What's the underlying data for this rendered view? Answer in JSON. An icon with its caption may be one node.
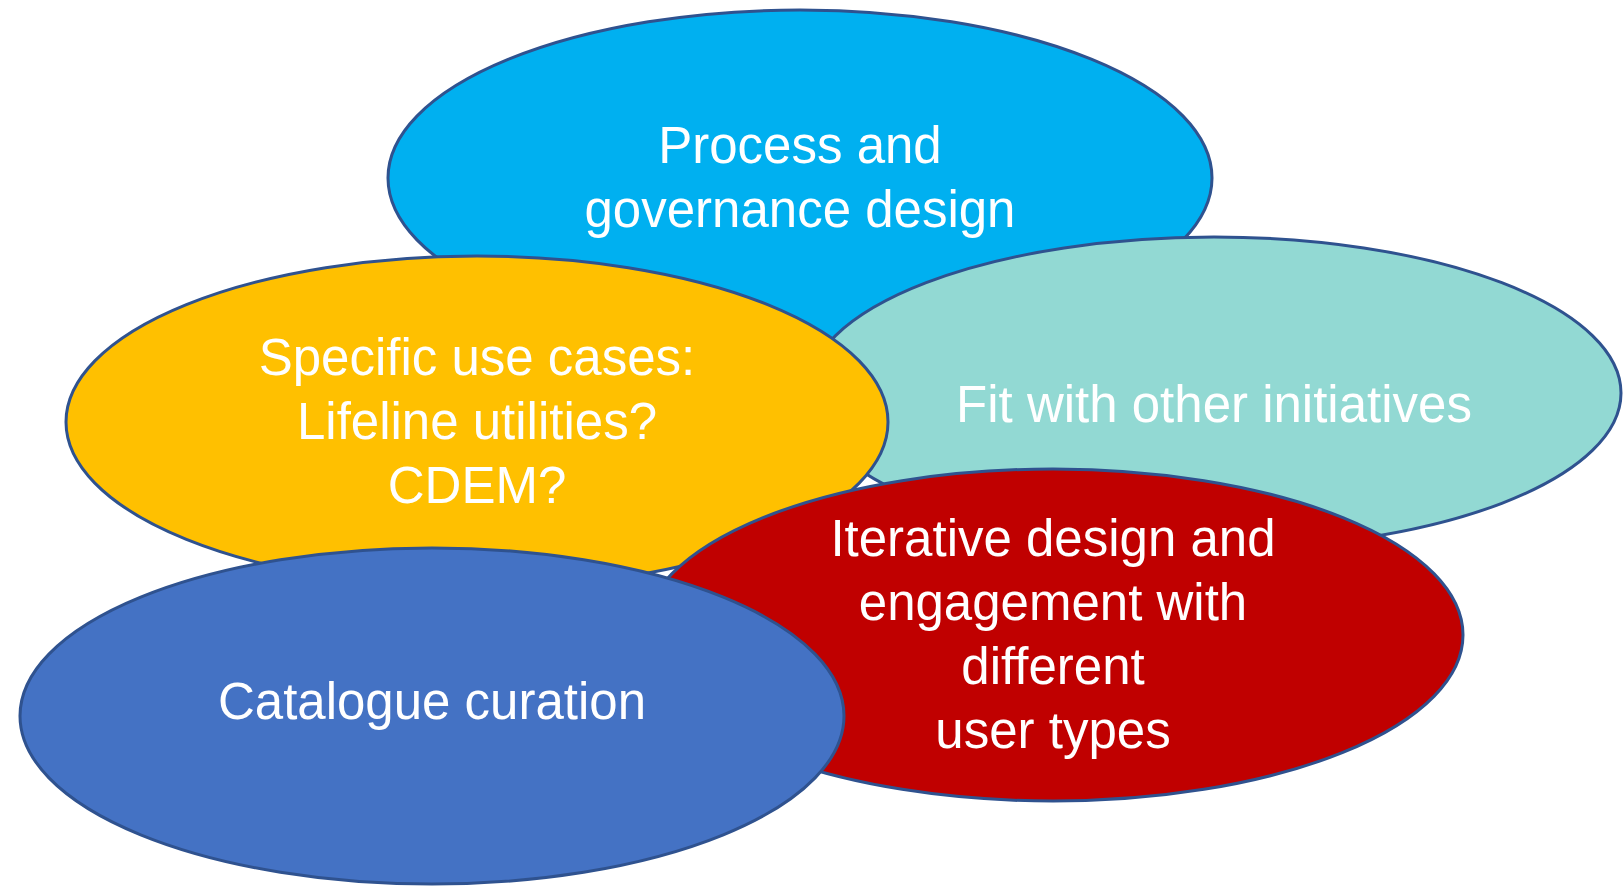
{
  "diagram": {
    "nodes": [
      {
        "text": [
          "Process and governance design"
        ]
      },
      {
        "text": [
          "Specific use cases:",
          "Lifeline utilities?",
          "CDEM?"
        ]
      },
      {
        "text": [
          "Fit with other initiatives"
        ]
      },
      {
        "text": [
          "Iterative design and engagement with different",
          "user types"
        ]
      },
      {
        "text": [
          "Catalogue curation"
        ]
      }
    ]
  }
}
